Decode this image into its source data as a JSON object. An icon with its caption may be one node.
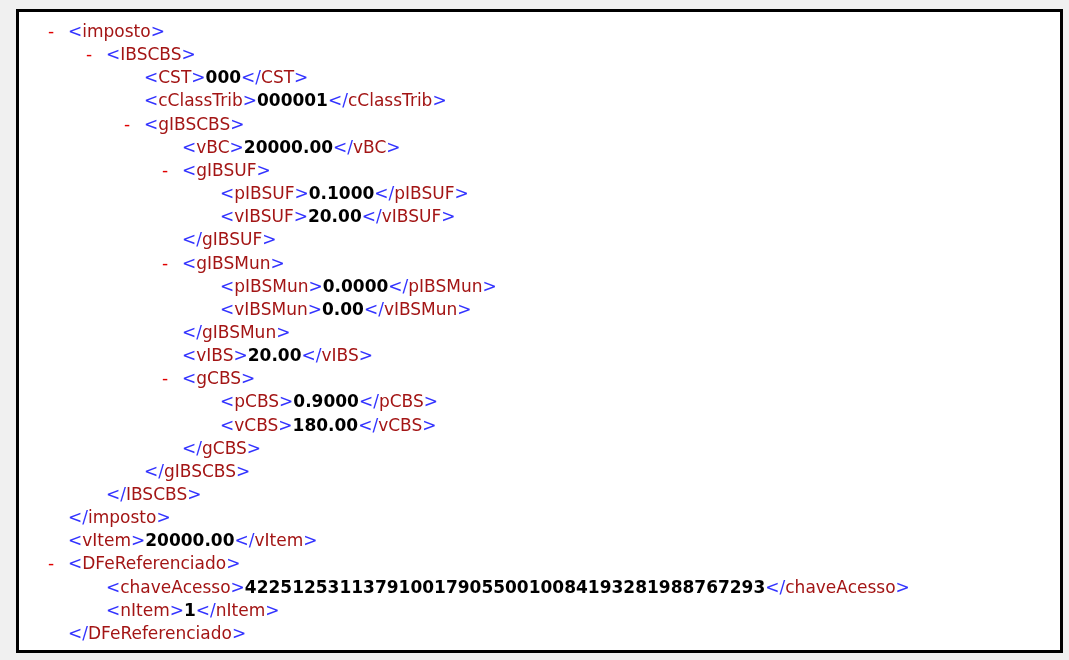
{
  "diagram": {
    "labels": [
      "-",
      "<imposto>",
      "-",
      "<IBSCBS>",
      "<CST>000</CST>",
      "<cClassTrib>000001</cClassTrib>",
      "-",
      "<gIBSCBS>",
      "<vBC>20000.00</vBC>",
      "-",
      "<gIBSUF>",
      "<pIBSUF>0.1000</pIBSUF>",
      "<vIBSUF>20.00</vIBSUF>",
      "</gIBSUF>",
      "-",
      "<gIBSMun>",
      "<pIBSMun>0.0000</pIBSMun>",
      "<vIBSMun>0.00</vIBSMun>",
      "</gIBSMun>",
      "<vIBS>20.00</vIBS>",
      "-",
      "<gCBS>",
      "<pCBS>0.9000</pCBS>",
      "<vCBS>180.00</vCBS>",
      "</gCBS>",
      "</gIBSCBS>",
      "</IBSCBS>",
      "</imposto>",
      "<vItem>20000.00</vItem>",
      "-",
      "<DFeReferenciado>",
      "<chaveAcesso>42251253113791001790550010084193281988767293</chaveAcesso>",
      "<nItem>1</nItem>",
      "</DFeReferenciado>"
    ]
  }
}
